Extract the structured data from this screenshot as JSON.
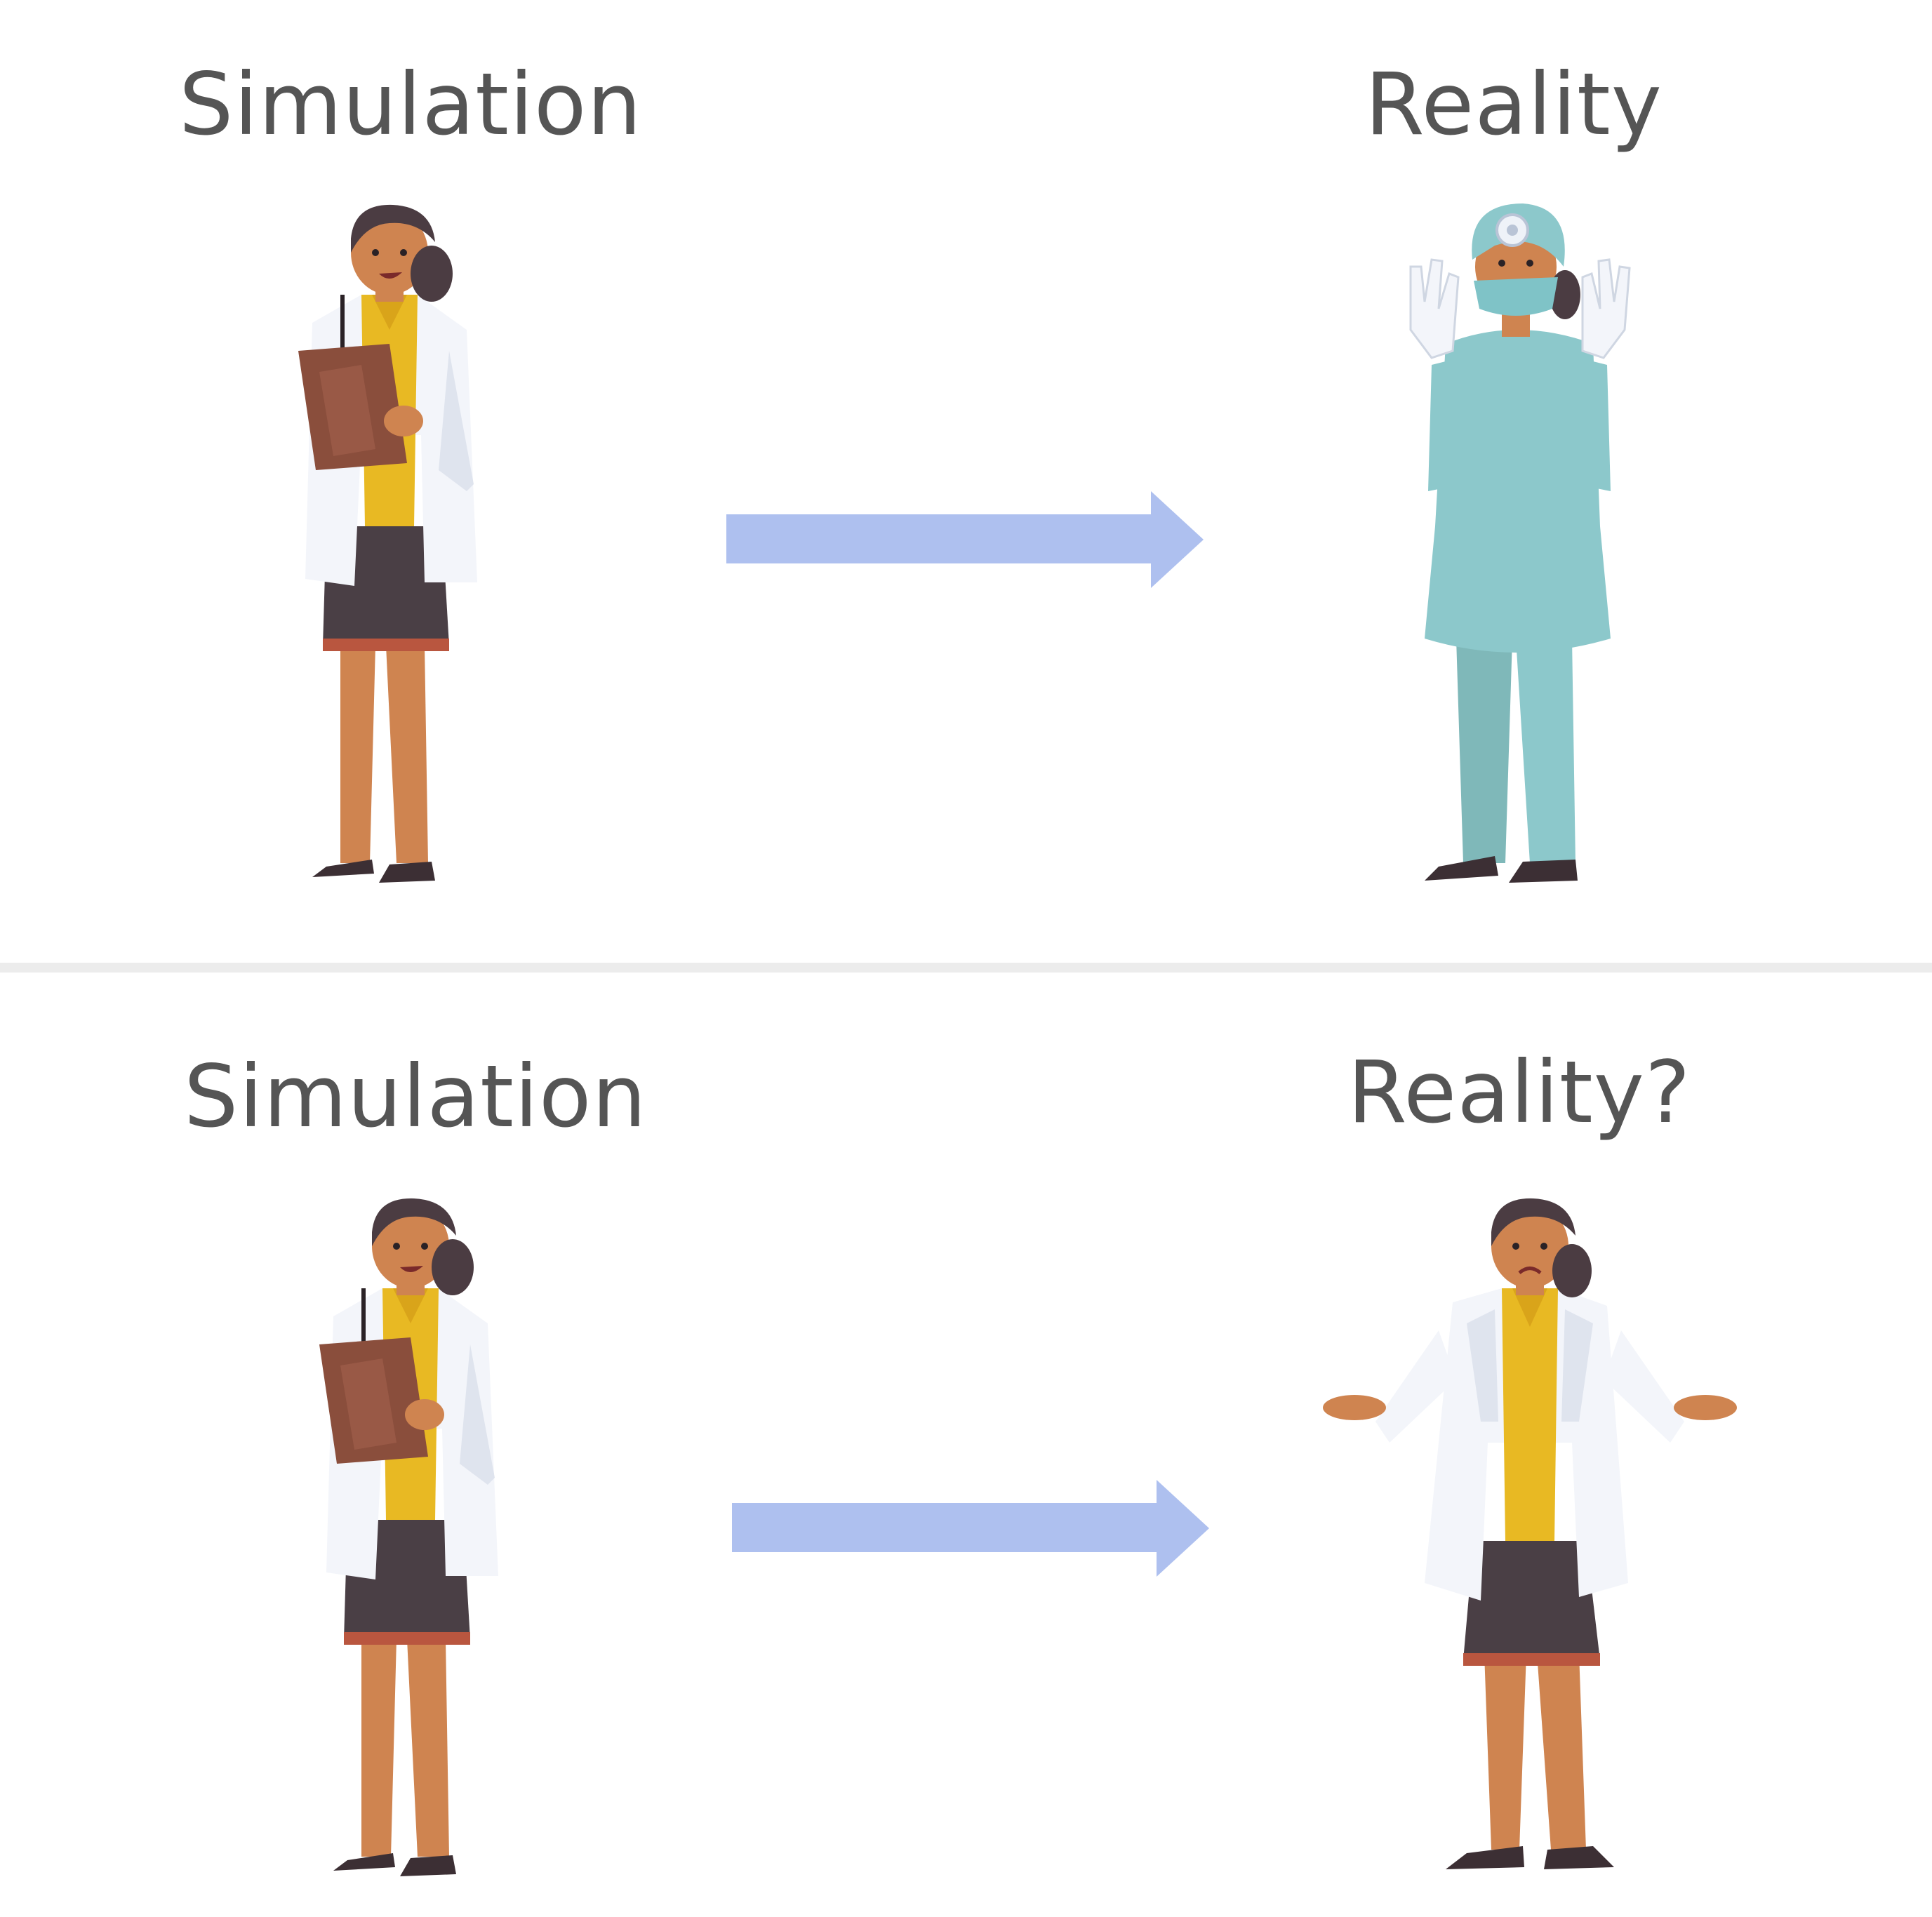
{
  "top_panel": {
    "left_label": "Simulation",
    "right_label": "Reality"
  },
  "bottom_panel": {
    "left_label": "Simulation",
    "right_label": "Reality?"
  },
  "colors": {
    "text": "#555555",
    "arrow": "#aec0ef",
    "divider": "#ececec",
    "skin": "#cf8450",
    "hair": "#4b3c42",
    "shirt": "#e8b923",
    "coat": "#f3f5fa",
    "skirt": "#4a3f45",
    "scrubs": "#8cc8cb",
    "clipboard": "#8a4e3c"
  }
}
